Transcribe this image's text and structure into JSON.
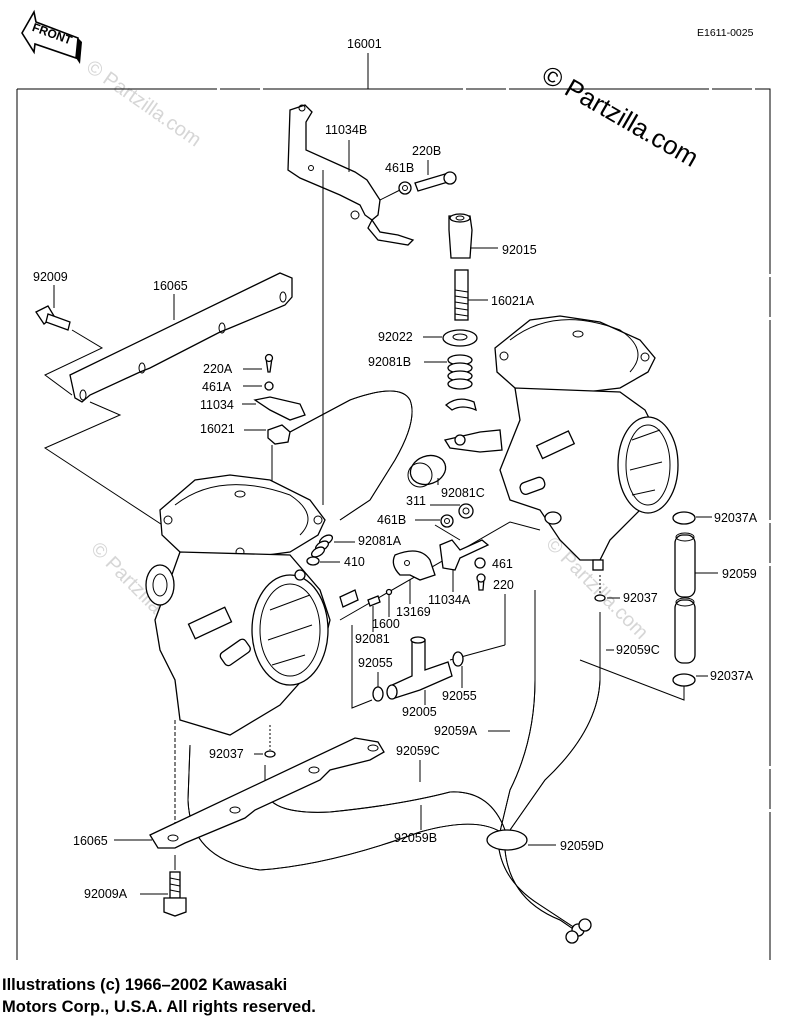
{
  "diagram": {
    "title": "Kawasaki Carburetor Parts Diagram",
    "diagram_code": "E1611-0025",
    "front_indicator": "FRONT",
    "assembly_label": "16001",
    "watermark": "© Partzilla.com",
    "callouts": {
      "p11034B": "11034B",
      "p220B": "220B",
      "p461B_top": "461B",
      "p92015": "92015",
      "p16021A": "16021A",
      "p92022": "92022",
      "p92081B": "92081B",
      "p92009": "92009",
      "p16065_top": "16065",
      "p220A": "220A",
      "p461A": "461A",
      "p11034": "11034",
      "p16021": "16021",
      "p92081C": "92081C",
      "p311": "311",
      "p461B_mid": "461B",
      "p92081A": "92081A",
      "p410": "410",
      "p461": "461",
      "p11034A": "11034A",
      "p220": "220",
      "p13169": "13169",
      "p1600": "1600",
      "p92081": "92081",
      "p92055_left": "92055",
      "p92055_right": "92055",
      "p92005": "92005",
      "p92037A_top": "92037A",
      "p92059": "92059",
      "p92037_right": "92037",
      "p92059C_right": "92059C",
      "p92037A_bottom": "92037A",
      "p92059A": "92059A",
      "p92037_left": "92037",
      "p92059C_mid": "92059C",
      "p16065_bottom": "16065",
      "p92059B": "92059B",
      "p92059D": "92059D",
      "p92009A": "92009A"
    },
    "footer": {
      "line1": "Illustrations (c) 1966–2002 Kawasaki",
      "line2": "Motors Corp., U.S.A.  All rights reserved."
    }
  }
}
